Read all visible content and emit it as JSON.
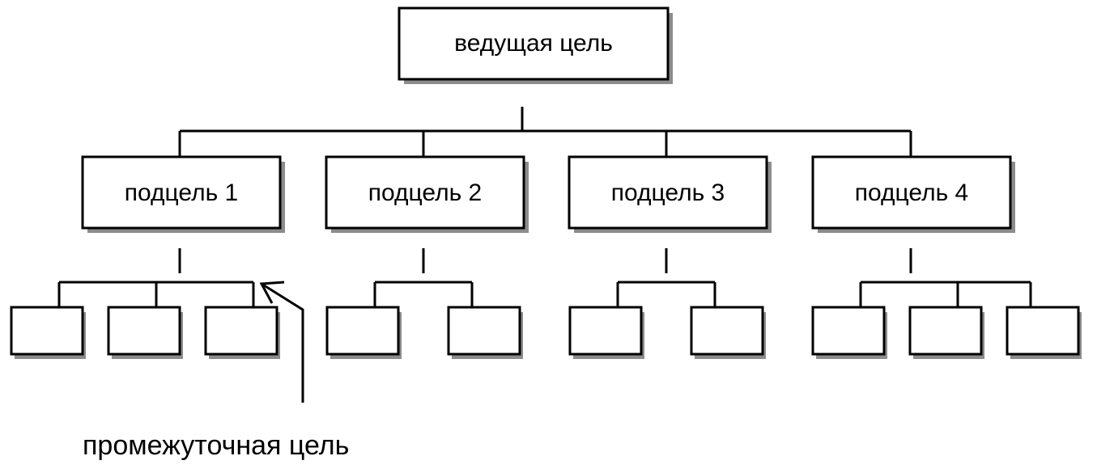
{
  "diagram": {
    "root": {
      "label": "ведущая цель"
    },
    "subgoals": [
      {
        "label": "подцель 1",
        "children": 3
      },
      {
        "label": "подцель 2",
        "children": 2
      },
      {
        "label": "подцель 3",
        "children": 2
      },
      {
        "label": "подцель 4",
        "children": 3
      }
    ],
    "annotation": {
      "label": "промежуточная цель"
    }
  }
}
